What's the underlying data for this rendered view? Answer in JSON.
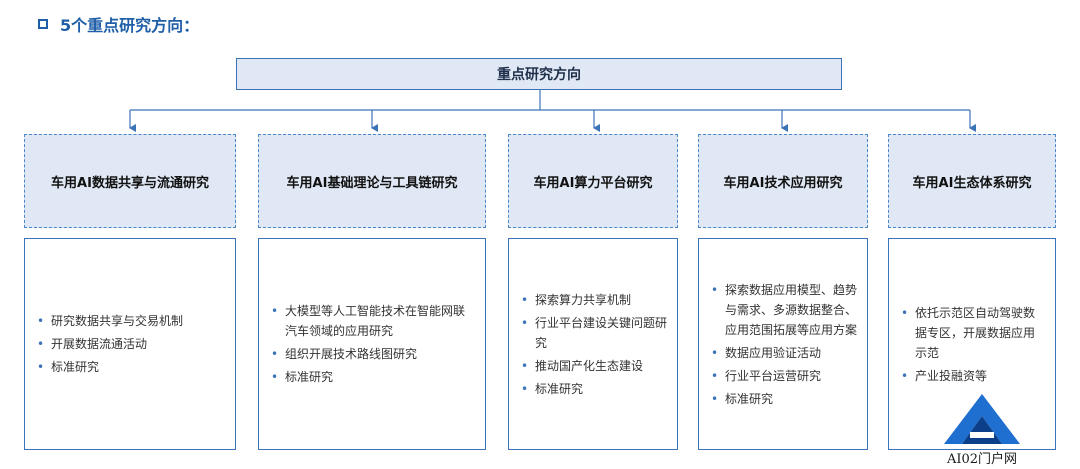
{
  "heading": {
    "icon": "square-bullet-icon",
    "text": "5个重点研究方向："
  },
  "root": {
    "label": "重点研究方向"
  },
  "categories": [
    {
      "title": "车用AI数据共享与流通研究",
      "items": [
        "研究数据共享与交易机制",
        "开展数据流通活动",
        "标准研究"
      ]
    },
    {
      "title": "车用AI基础理论与工具链研究",
      "items": [
        "大模型等人工智能技术在智能网联汽车领域的应用研究",
        "组织开展技术路线图研究",
        "标准研究"
      ]
    },
    {
      "title": "车用AI算力平台研究",
      "items": [
        "探索算力共享机制",
        "行业平台建设关键问题研究",
        "推动国产化生态建设",
        "标准研究"
      ]
    },
    {
      "title": "车用AI技术应用研究",
      "items": [
        "探索数据应用模型、趋势与需求、多源数据整合、应用范围拓展等应用方案",
        "数据应用验证活动",
        "行业平台运营研究",
        "标准研究"
      ]
    },
    {
      "title": "车用AI生态体系研究",
      "items": [
        "依托示范区自动驾驶数据专区，开展数据应用示范",
        "产业投融资等"
      ]
    }
  ],
  "watermark": {
    "text": "AI02门户网",
    "icon": "ai-logo-icon"
  },
  "colors": {
    "accent": "#1f5fa8",
    "box_fill": "#dfe8f4",
    "border": "#3b73b9"
  }
}
